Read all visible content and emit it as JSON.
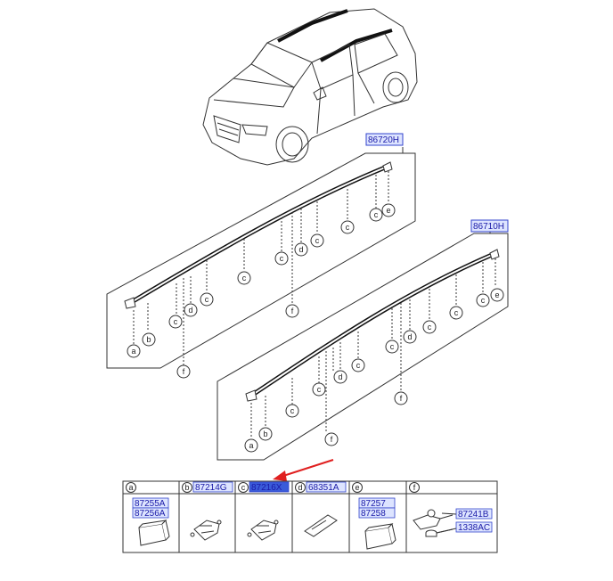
{
  "assemblies": [
    {
      "part_no": "86720H"
    },
    {
      "part_no": "86710H"
    }
  ],
  "callout_letters": [
    "a",
    "b",
    "c",
    "d",
    "e",
    "f"
  ],
  "parts_table": [
    {
      "letter": "a",
      "parts": [
        "87255A",
        "87256A"
      ]
    },
    {
      "letter": "b",
      "parts": [
        "87214G"
      ]
    },
    {
      "letter": "c",
      "parts": [
        "87216X"
      ],
      "highlighted": true
    },
    {
      "letter": "d",
      "parts": [
        "68351A"
      ]
    },
    {
      "letter": "e",
      "parts": [
        "87257",
        "87258"
      ]
    },
    {
      "letter": "f",
      "parts": [
        "87241B",
        "1338AC"
      ]
    }
  ],
  "colors": {
    "line": "#333333",
    "part_box_fill": "#dde4ff",
    "part_box_border": "#3344cc",
    "part_text": "#1a1aa8",
    "highlight_fill": "#3a5bd9",
    "arrow": "#e02020"
  }
}
